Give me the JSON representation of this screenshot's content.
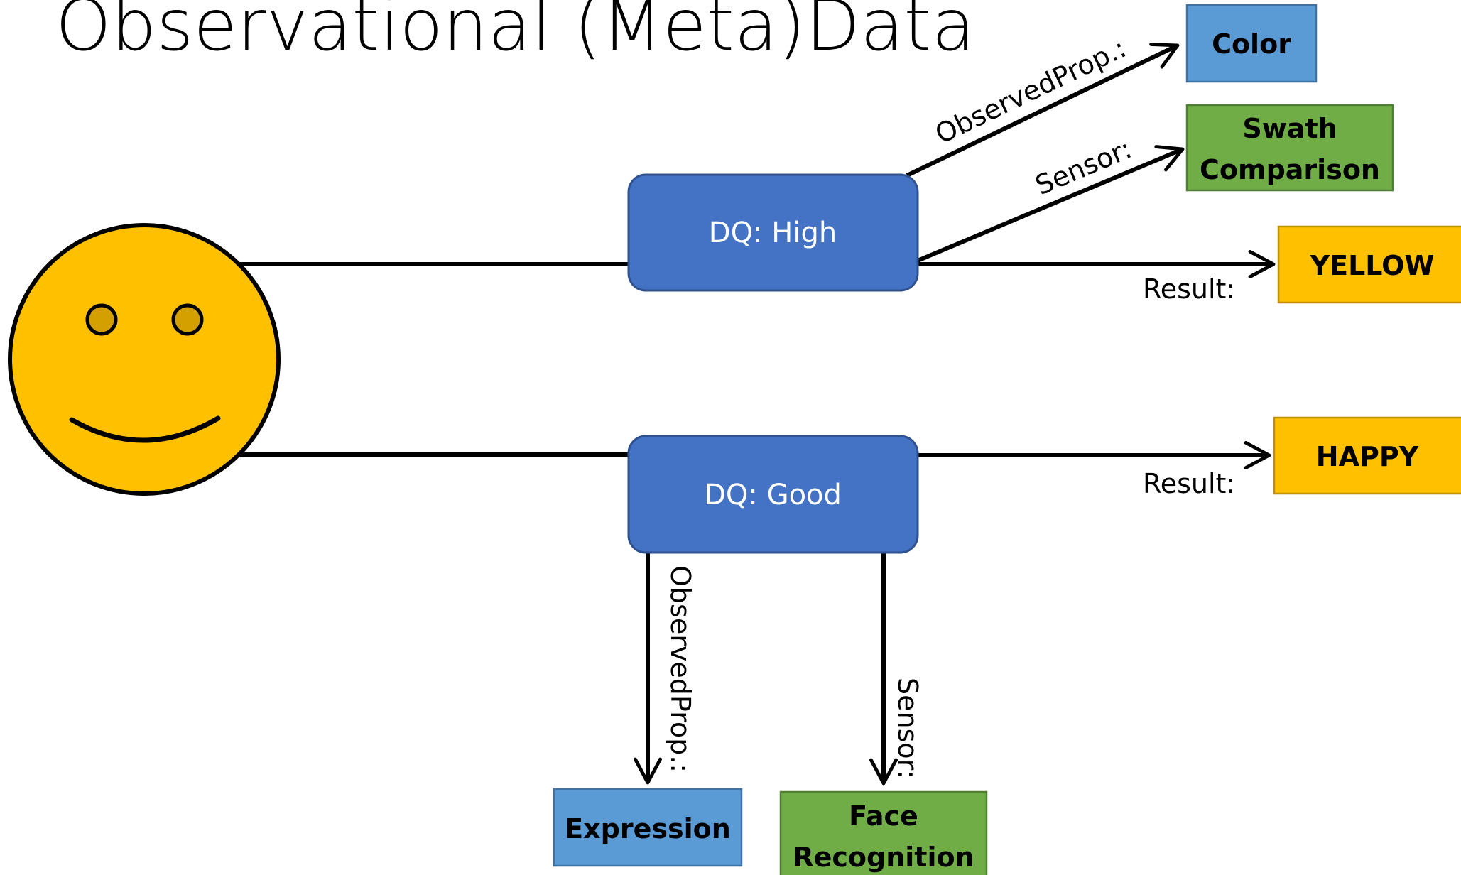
{
  "title": "Observational (Meta)Data",
  "colors": {
    "face_fill": "#FFC000",
    "face_eye_fill": "#D4A000",
    "dq_box": "#4472C4",
    "dq_border": "#2F528F",
    "prop_box": "#5B9BD5",
    "sensor_box": "#70AD47",
    "result_box": "#FFC000",
    "line": "#000000"
  },
  "icons": {
    "subject": "smiley-face-icon"
  },
  "nodes": {
    "dq_high": "DQ: High",
    "dq_good": "DQ: Good",
    "color": "Color",
    "swath_line1": "Swath",
    "swath_line2": "Comparison",
    "yellow": "YELLOW",
    "happy": "HAPPY",
    "expression": "Expression",
    "face_line1": "Face",
    "face_line2": "Recognition"
  },
  "edge_labels": {
    "observed_prop_top": "ObservedProp.:",
    "sensor_top": "Sensor:",
    "result_top": "Result:",
    "result_bottom": "Result:",
    "observed_prop_bottom": "ObservedProp.:",
    "sensor_bottom": "Sensor:"
  }
}
